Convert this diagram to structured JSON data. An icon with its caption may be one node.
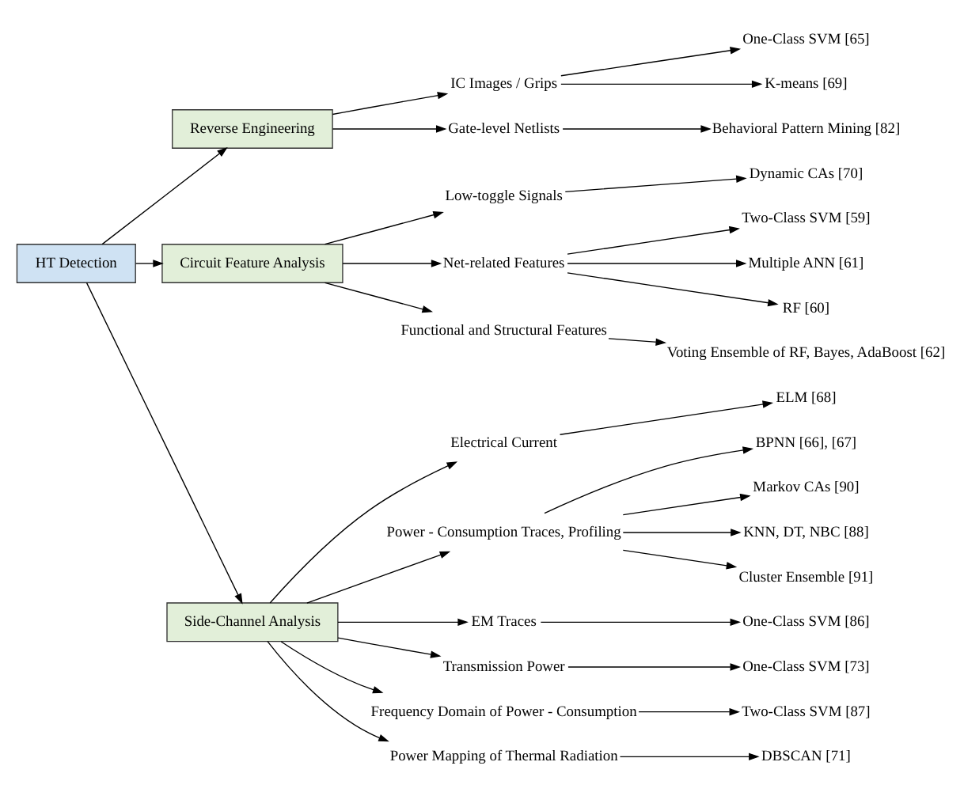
{
  "diagram": {
    "nodes": [
      {
        "text": [
          "HT Detection"
        ]
      },
      {
        "text": [
          "Reverse Engineering"
        ]
      },
      {
        "text": [
          "IC Images / Grips"
        ]
      },
      {
        "text": [
          "One-Class SVM [65]"
        ]
      },
      {
        "text": [
          "K-means [69]"
        ]
      },
      {
        "text": [
          "Gate-level Netlists"
        ]
      },
      {
        "text": [
          "Behavioral Pattern Mining [82]"
        ]
      },
      {
        "text": [
          "Circuit Feature Analysis"
        ]
      },
      {
        "text": [
          "Low-toggle Signals"
        ]
      },
      {
        "text": [
          "Dynamic CAs [70]"
        ]
      },
      {
        "text": [
          "Net-related Features"
        ]
      },
      {
        "text": [
          "Two-Class SVM [59]"
        ]
      },
      {
        "text": [
          "Multiple ANN [61]"
        ]
      },
      {
        "text": [
          "RF [60]"
        ]
      },
      {
        "text": [
          "Functional and Structural Features"
        ]
      },
      {
        "text": [
          "Voting Ensemble of RF, Bayes, AdaBoost [62]"
        ]
      },
      {
        "text": [
          "Side-Channel Analysis"
        ]
      },
      {
        "text": [
          "Electrical Current"
        ]
      },
      {
        "text": [
          "ELM [68]"
        ]
      },
      {
        "text": [
          "Power - Consumption Traces, Profiling"
        ]
      },
      {
        "text": [
          "BPNN [66], [67]"
        ]
      },
      {
        "text": [
          "Markov CAs [90]"
        ]
      },
      {
        "text": [
          "KNN, DT, NBC [88]"
        ]
      },
      {
        "text": [
          "Cluster Ensemble [91]"
        ]
      },
      {
        "text": [
          "EM Traces"
        ]
      },
      {
        "text": [
          "One-Class SVM [86]"
        ]
      },
      {
        "text": [
          "Transmission Power"
        ]
      },
      {
        "text": [
          "One-Class SVM [73]"
        ]
      },
      {
        "text": [
          "Frequency Domain of Power - Consumption"
        ]
      },
      {
        "text": [
          "Two-Class SVM [87]"
        ]
      },
      {
        "text": [
          "Power Mapping of Thermal Radiation"
        ]
      },
      {
        "text": [
          "DBSCAN [71]"
        ]
      }
    ],
    "edges": [
      {
        "from": 0,
        "to": 1,
        "arrow": "to"
      },
      {
        "from": 0,
        "to": 16,
        "arrow": "to"
      },
      {
        "from": 0,
        "to": 7,
        "arrow": "to"
      },
      {
        "from": 1,
        "to": 2,
        "arrow": "to"
      },
      {
        "from": 2,
        "to": 3,
        "arrow": "to"
      },
      {
        "from": 2,
        "to": 4,
        "arrow": "to"
      },
      {
        "from": 1,
        "to": 5,
        "arrow": "to"
      },
      {
        "from": 5,
        "to": 6,
        "arrow": "to"
      },
      {
        "from": 7,
        "to": 8,
        "arrow": "to"
      },
      {
        "from": 8,
        "to": 9,
        "arrow": "to"
      },
      {
        "from": 7,
        "to": 10,
        "arrow": "to"
      },
      {
        "from": 10,
        "to": 11,
        "arrow": "to"
      },
      {
        "from": 10,
        "to": 12,
        "arrow": "to"
      },
      {
        "from": 10,
        "to": 13,
        "arrow": "to"
      },
      {
        "from": 7,
        "to": 14,
        "arrow": "to"
      },
      {
        "from": 14,
        "to": 15,
        "arrow": "to"
      },
      {
        "from": 16,
        "to": 17,
        "arrow": "to"
      },
      {
        "from": 17,
        "to": 18,
        "arrow": "to"
      },
      {
        "from": 16,
        "to": 19,
        "arrow": "to"
      },
      {
        "from": 19,
        "to": 20,
        "arrow": "to"
      },
      {
        "from": 19,
        "to": 21,
        "arrow": "to"
      },
      {
        "from": 19,
        "to": 22,
        "arrow": "to"
      },
      {
        "from": 19,
        "to": 23,
        "arrow": "to"
      },
      {
        "from": 16,
        "to": 24,
        "arrow": "to"
      },
      {
        "from": 24,
        "to": 25,
        "arrow": "to"
      },
      {
        "from": 16,
        "to": 26,
        "arrow": "to"
      },
      {
        "from": 26,
        "to": 27,
        "arrow": "to"
      },
      {
        "from": 16,
        "to": 28,
        "arrow": "to"
      },
      {
        "from": 28,
        "to": 29,
        "arrow": "to"
      },
      {
        "from": 16,
        "to": 30,
        "arrow": "to"
      },
      {
        "from": 30,
        "to": 31,
        "arrow": "to"
      }
    ]
  }
}
